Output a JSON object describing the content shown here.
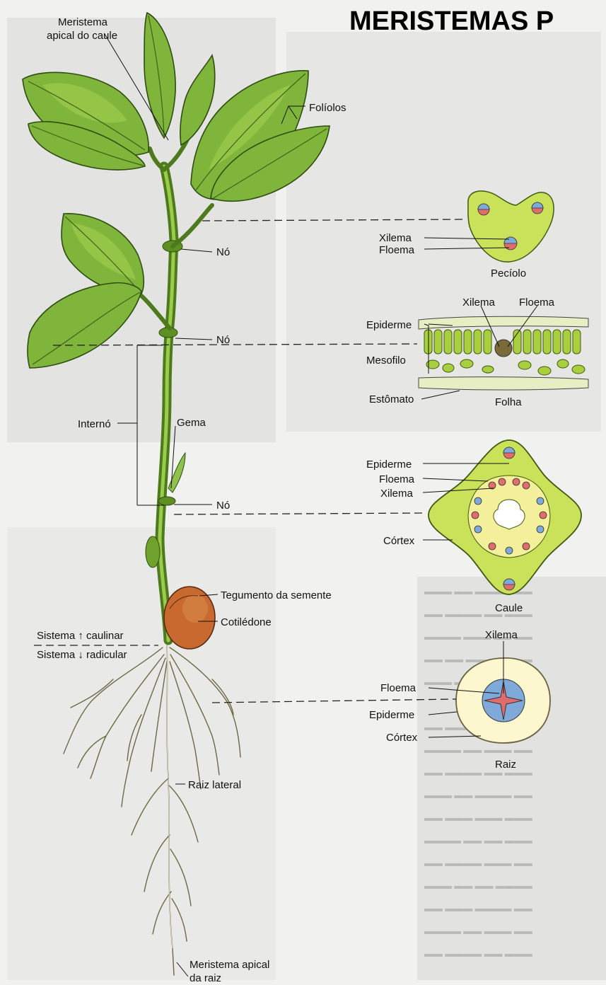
{
  "title": "MERISTEMAS P",
  "labels": {
    "meristema_apical_caule_1": "Meristema",
    "meristema_apical_caule_2": "apical do caule",
    "foliolos": "Folíolos",
    "no_1": "Nó",
    "no_2": "Nó",
    "no_3": "Nó",
    "interno": "Internó",
    "gema": "Gema",
    "tegumento": "Tegumento da semente",
    "cotiledone": "Cotilédone",
    "sistema_caulinar": "Sistema ↑ caulinar",
    "sistema_radicular": "Sistema ↓ radicular",
    "raiz_lateral": "Raiz lateral",
    "meristema_apical_raiz_1": "Meristema apical",
    "meristema_apical_raiz_2": "da raiz"
  },
  "peciolo": {
    "xilema": "Xilema",
    "floema": "Floema",
    "caption": "Pecíolo"
  },
  "folha": {
    "xilema": "Xilema",
    "floema": "Floema",
    "epiderme": "Epiderme",
    "mesofilo": "Mesofilo",
    "estomato": "Estômato",
    "caption": "Folha"
  },
  "caule": {
    "epiderme": "Epiderme",
    "floema": "Floema",
    "xilema": "Xilema",
    "cortex": "Córtex",
    "caption": "Caule"
  },
  "raiz": {
    "xilema": "Xilema",
    "floema": "Floema",
    "epiderme": "Epiderme",
    "cortex": "Córtex",
    "caption": "Raiz"
  },
  "colors": {
    "leaf": "#7fb53a",
    "stem": "#4c7a1c",
    "tissue": "#c9e25a",
    "xylem": "#7fa9d9",
    "phloem": "#e06d6d",
    "seed": "#c8692f",
    "root": "#e9e4c6"
  }
}
